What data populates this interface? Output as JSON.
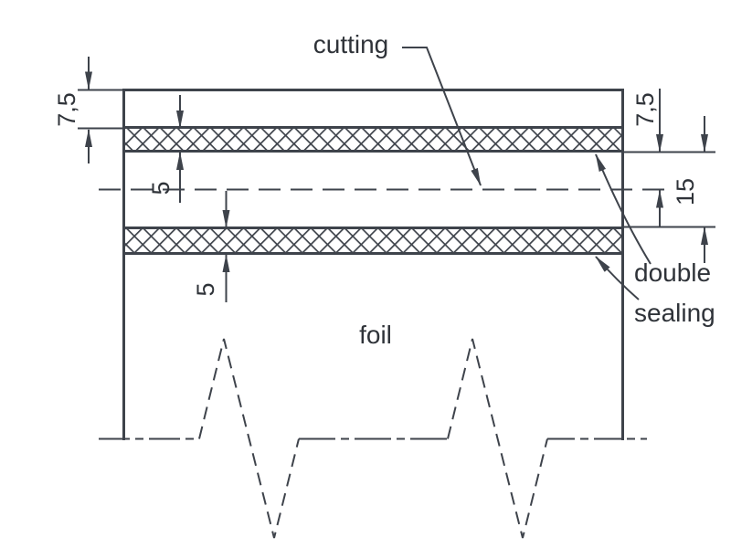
{
  "drawing": {
    "type": "technical-drawing",
    "labels": {
      "cutting": "cutting",
      "foil": "foil",
      "double_sealing": {
        "line1": "double",
        "line2": "sealing"
      }
    },
    "dimensions": {
      "top_edge_to_seal_left": "7,5",
      "upper_seal_thickness": "5",
      "lower_seal_thickness": "5",
      "seal_to_cutting_right": "7,5",
      "between_seals": "15"
    },
    "colors": {
      "line": "#3e434b",
      "text": "#2f3339",
      "background": "#ffffff"
    }
  }
}
